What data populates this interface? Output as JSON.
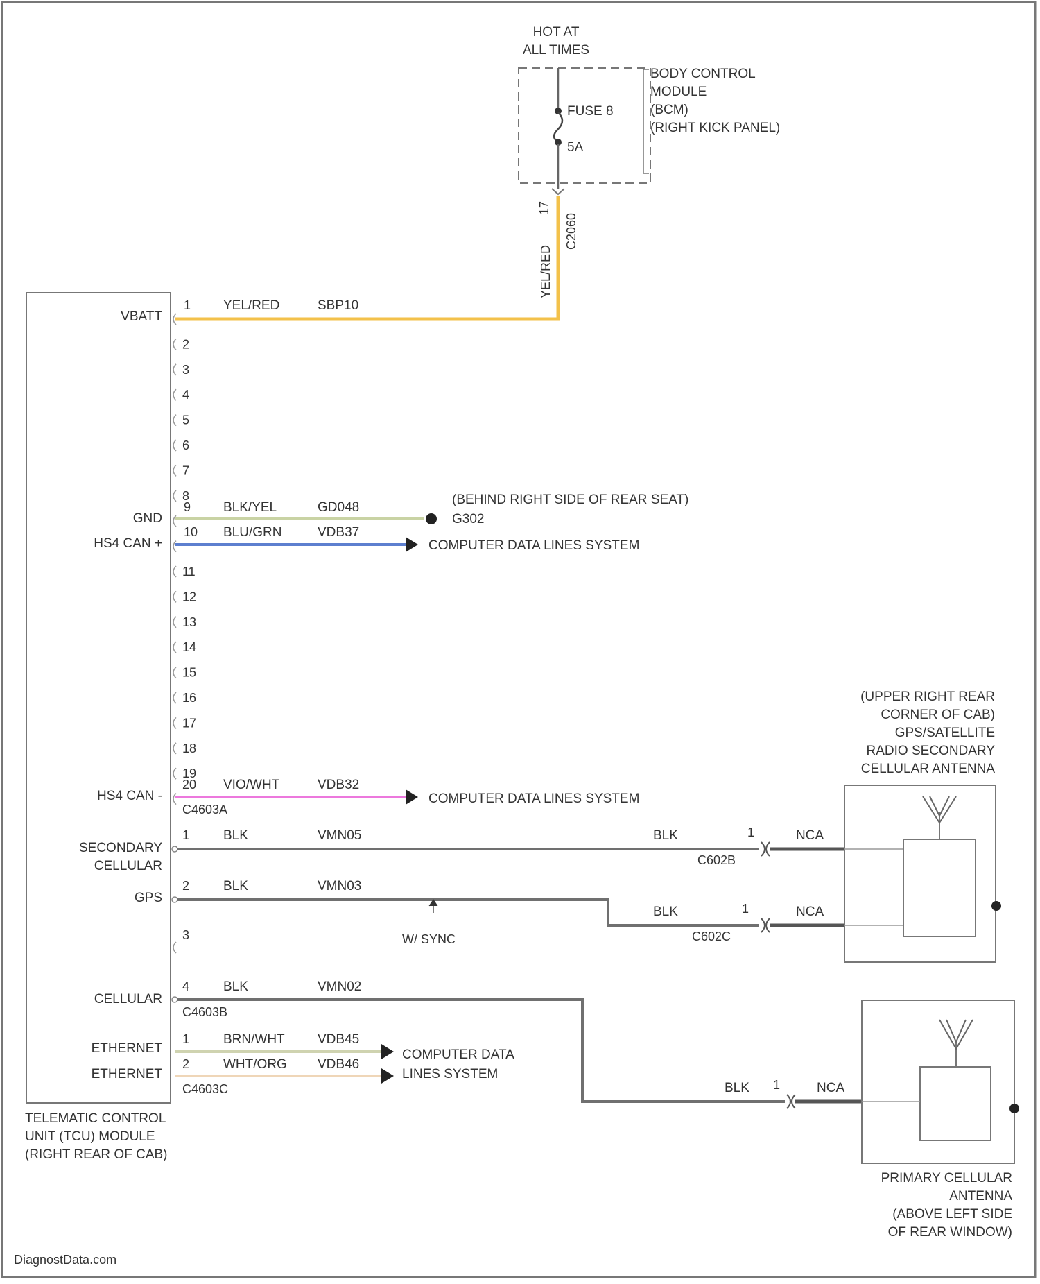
{
  "fuse": {
    "hot_line1": "HOT AT",
    "hot_line2": "ALL TIMES",
    "fuse_label": "FUSE 8",
    "fuse_amps": "5A",
    "bcm_line1": "BODY CONTROL",
    "bcm_line2": "MODULE",
    "bcm_line3": "(BCM)",
    "bcm_line4": "(RIGHT KICK PANEL)",
    "out_pin": "17",
    "out_connector": "C2060",
    "vertical_wire_color": "YEL/RED"
  },
  "tcu": {
    "label_line1": "TELEMATIC CONTROL",
    "label_line2": "UNIT (TCU) MODULE",
    "label_line3": "(RIGHT REAR OF CAB)",
    "pin_labels": {
      "vbatt": "VBATT",
      "gnd": "GND",
      "hs4_can_plus": "HS4 CAN +",
      "hs4_can_minus": "HS4 CAN -",
      "secondary": "SECONDARY",
      "cellular_word": "CELLULAR",
      "gps": "GPS",
      "cellular": "CELLULAR",
      "ethernet1": "ETHERNET",
      "ethernet2": "ETHERNET"
    },
    "connector_a_pins": [
      "1",
      "2",
      "3",
      "4",
      "5",
      "6",
      "7",
      "8",
      "9",
      "10",
      "11",
      "12",
      "13",
      "14",
      "15",
      "16",
      "17",
      "18",
      "19",
      "20"
    ]
  },
  "wires": {
    "vbatt": {
      "pin": "1",
      "color": "YEL/RED",
      "circuit": "SBP10"
    },
    "gnd": {
      "pin": "9",
      "color": "BLK/YEL",
      "circuit": "GD048"
    },
    "hs4_plus": {
      "pin": "10",
      "color": "BLU/GRN",
      "circuit": "VDB37"
    },
    "hs4_minus": {
      "pin": "20",
      "color": "VIO/WHT",
      "circuit": "VDB32",
      "connector": "C4603A"
    },
    "secondary": {
      "pin": "1",
      "color": "BLK",
      "circuit": "VMN05"
    },
    "gps": {
      "pin": "2",
      "color": "BLK",
      "circuit": "VMN03"
    },
    "pin3": {
      "pin": "3"
    },
    "cellular": {
      "pin": "4",
      "color": "BLK",
      "circuit": "VMN02",
      "connector": "C4603B"
    },
    "eth1": {
      "pin": "1",
      "color": "BRN/WHT",
      "circuit": "VDB45"
    },
    "eth2": {
      "pin": "2",
      "color": "WHT/ORG",
      "circuit": "VDB46",
      "connector": "C4603C"
    }
  },
  "destinations": {
    "ground_location": "(BEHIND RIGHT SIDE OF REAR SEAT)",
    "ground_id": "G302",
    "computer_data_lines": "COMPUTER DATA LINES SYSTEM",
    "computer_data_line1": "COMPUTER DATA",
    "computer_data_line2": "LINES SYSTEM",
    "sync_label": "W/ SYNC"
  },
  "secondary_antenna": {
    "location_line1": "(UPPER RIGHT REAR",
    "location_line2": "CORNER OF CAB)",
    "name_line1": "GPS/SATELLITE",
    "name_line2": "RADIO SECONDARY",
    "name_line3": "CELLULAR ANTENNA",
    "conn1_wire": "BLK",
    "conn1_pin": "1",
    "conn1_nca": "NCA",
    "conn1_id": "C602B",
    "conn2_wire": "BLK",
    "conn2_pin": "1",
    "conn2_nca": "NCA",
    "conn2_id": "C602C"
  },
  "primary_antenna": {
    "name_line1": "PRIMARY CELLULAR",
    "name_line2": "ANTENNA",
    "location_line1": "(ABOVE LEFT SIDE",
    "location_line2": "OF REAR WINDOW)",
    "conn_wire": "BLK",
    "conn_pin": "1",
    "conn_nca": "NCA"
  },
  "watermark": "DiagnostData.com",
  "colors": {
    "yel_red": "#f3c14a",
    "blk_yel": "#c9d3a4",
    "blu_grn": "#5d7fcf",
    "vio_wht": "#ec78dd",
    "blk": "#707070",
    "brn_wht": "#cfd3b0",
    "wht_org": "#efd6b8"
  }
}
